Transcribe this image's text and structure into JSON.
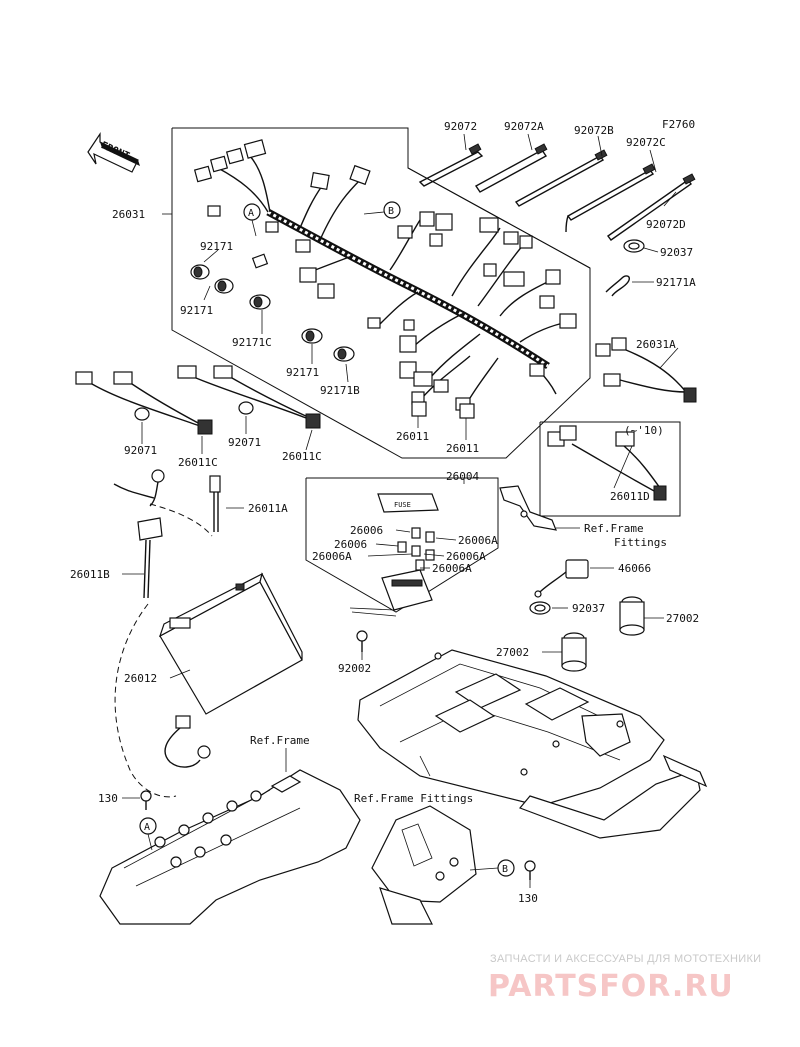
{
  "figure_code": "F2760",
  "front_label": "FRONT",
  "callout_a": "A",
  "callout_b": "B",
  "part_labels": [
    {
      "id": "92072",
      "text": "92072"
    },
    {
      "id": "92072A",
      "text": "92072A"
    },
    {
      "id": "92072B",
      "text": "92072B"
    },
    {
      "id": "92072C",
      "text": "92072C"
    },
    {
      "id": "92072D",
      "text": "92072D"
    },
    {
      "id": "92037-a",
      "text": "92037"
    },
    {
      "id": "92171A",
      "text": "92171A"
    },
    {
      "id": "26031",
      "text": "26031"
    },
    {
      "id": "92171-a",
      "text": "92171"
    },
    {
      "id": "92171-b",
      "text": "92171"
    },
    {
      "id": "92171C",
      "text": "92171C"
    },
    {
      "id": "92171-c",
      "text": "92171"
    },
    {
      "id": "92171B",
      "text": "92171B"
    },
    {
      "id": "26031A",
      "text": "26031A"
    },
    {
      "id": "92071-a",
      "text": "92071"
    },
    {
      "id": "26011C-a",
      "text": "26011C"
    },
    {
      "id": "92071-b",
      "text": "92071"
    },
    {
      "id": "26011C-b",
      "text": "26011C"
    },
    {
      "id": "26011-a",
      "text": "26011"
    },
    {
      "id": "26011-b",
      "text": "26011"
    },
    {
      "id": "26011D",
      "text": "26011D"
    },
    {
      "id": "26004",
      "text": "26004"
    },
    {
      "id": "26011A",
      "text": "26011A"
    },
    {
      "id": "26006-a",
      "text": "26006"
    },
    {
      "id": "26006A-a",
      "text": "26006A"
    },
    {
      "id": "26006-b",
      "text": "26006"
    },
    {
      "id": "26006A-b",
      "text": "26006A"
    },
    {
      "id": "26006A-c",
      "text": "26006A"
    },
    {
      "id": "26006A-d",
      "text": "26006A"
    },
    {
      "id": "26011B",
      "text": "26011B"
    },
    {
      "id": "46066",
      "text": "46066"
    },
    {
      "id": "92037-b",
      "text": "92037"
    },
    {
      "id": "27002-a",
      "text": "27002"
    },
    {
      "id": "27002-b",
      "text": "27002"
    },
    {
      "id": "92002",
      "text": "92002"
    },
    {
      "id": "26012",
      "text": "26012"
    },
    {
      "id": "130-a",
      "text": "130"
    },
    {
      "id": "130-b",
      "text": "130"
    }
  ],
  "model_note": "(~'10)",
  "ref_frame_fittings_1": "Ref.Frame",
  "ref_frame_fittings_1b": "Fittings",
  "ref_frame": "Ref.Frame",
  "ref_frame_fittings_2": "Ref.Frame Fittings",
  "fuse_text": "FUSE",
  "watermark": {
    "tagline": "ЗАПЧАСТИ И АКСЕССУАРЫ ДЛЯ МОТОТЕХНИКИ",
    "brand": "PARTSFOR.RU"
  }
}
